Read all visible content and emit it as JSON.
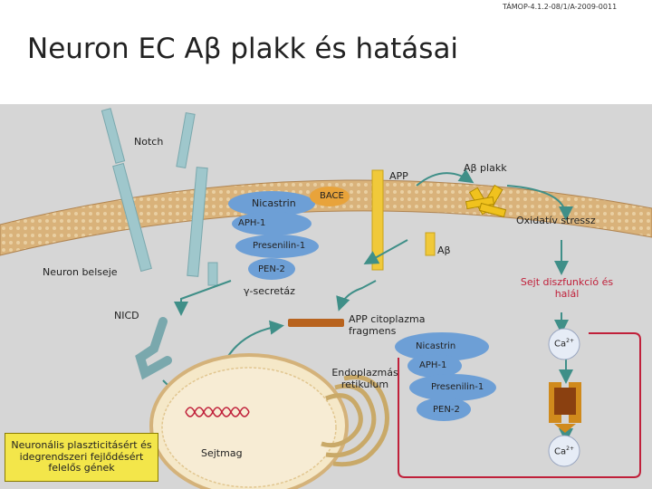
{
  "header": {
    "reference": "TÁMOP-4.1.2-08/1/A-2009-0011",
    "title": "Neuron EC Aβ plakk és hatásai"
  },
  "diagram": {
    "notch": "Notch",
    "app": "APP",
    "abeta_plaque": "Aβ plakk",
    "nicastrin_top": "Nicastrin",
    "bace": "BACE",
    "aph1_top": "APH-1",
    "oxidative_stress": "Oxidatív stressz",
    "presenilin_top": "Presenilin-1",
    "abeta": "Aβ",
    "neuron_inside": "Neuron belseje",
    "pen2_top": "PEN-2",
    "gamma_secretase": "γ-secretáz",
    "cell_dysfunction": "Sejt diszfunkció és halál",
    "nicd": "NICD",
    "app_cytoplasm": "APP citoplazma fragmens",
    "nicastrin_bottom": "Nicastrin",
    "ca_top": "Ca",
    "ca_top_sup": "2+",
    "er": "Endoplazmás retikulum",
    "aph1_bottom": "APH-1",
    "presenilin_bottom": "Presenilin-1",
    "pen2_bottom": "PEN-2",
    "genes": "Neuronális plaszticitásért és idegrendszeri fejlődésért felelős gének",
    "nucleus": "Sejtmag",
    "ca_bottom": "Ca",
    "ca_bottom_sup": "2+"
  },
  "colors": {
    "background_panel": "#d6d6d6",
    "membrane": "#d9b27a",
    "receptor": "#9fc7cc",
    "secretase_blob": "#6d9fd6",
    "bace_blob": "#e8a33a",
    "app_bar": "#f0c93a",
    "plaque": "#f0c21e",
    "arrow": "#3f8f88",
    "cytoplasm_fragment": "#b8631e",
    "gene_box": "#f3e64a",
    "channel": "#d08a1c",
    "dna": "#c0203a"
  }
}
